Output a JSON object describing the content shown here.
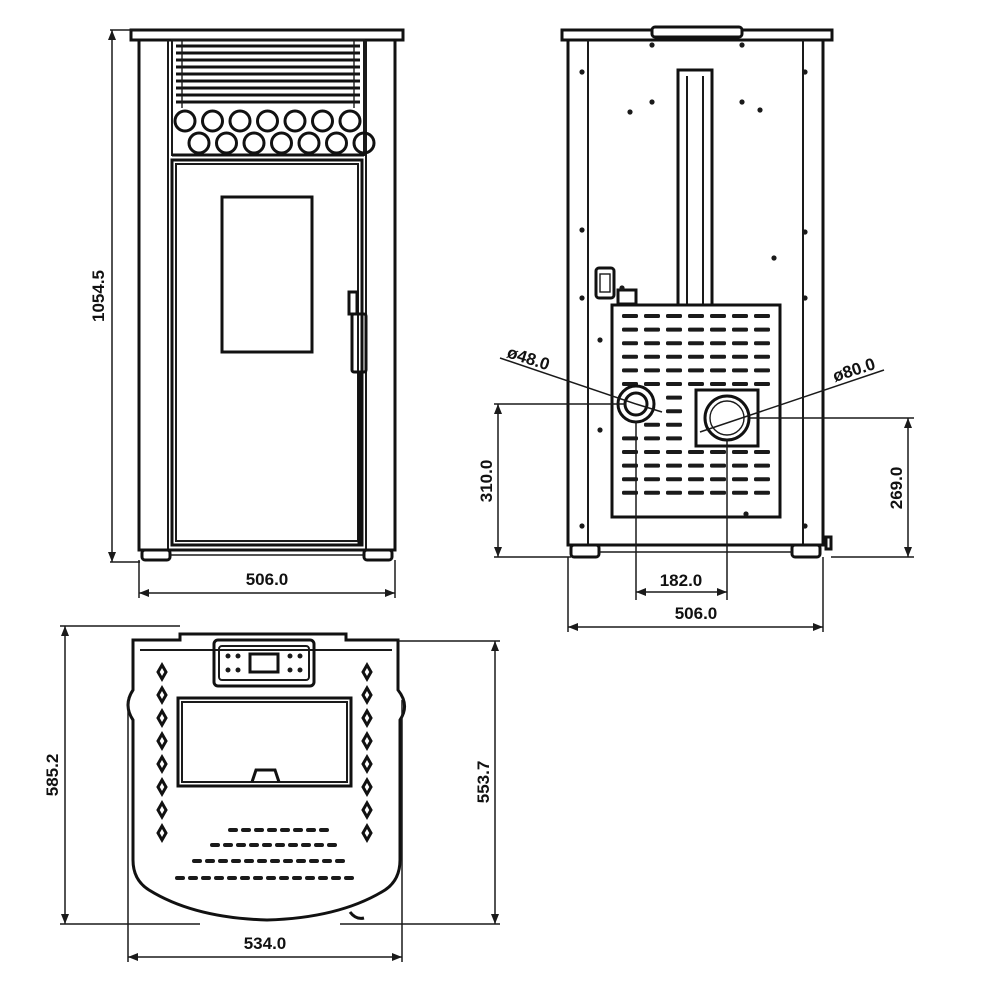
{
  "dimensions": {
    "front_height": "1054.5",
    "front_width": "506.0",
    "back_width": "506.0",
    "back_outlet_height": "310.0",
    "back_flue_height": "269.0",
    "back_spacing": "182.0",
    "diameter_small": "ø48.0",
    "diameter_large": "ø80.0",
    "top_depth": "585.2",
    "top_inner_depth": "553.7",
    "top_width": "534.0"
  }
}
